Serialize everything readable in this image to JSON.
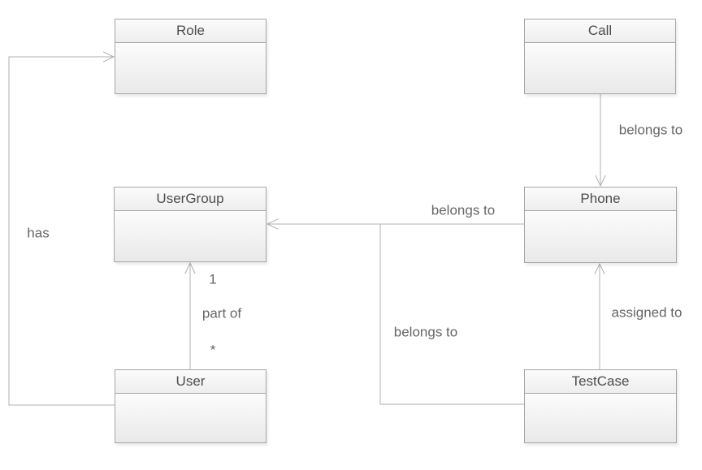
{
  "classes": [
    {
      "name": "Role"
    },
    {
      "name": "Call"
    },
    {
      "name": "UserGroup"
    },
    {
      "name": "Phone"
    },
    {
      "name": "User"
    },
    {
      "name": "TestCase"
    }
  ],
  "relationships": [
    {
      "from": "User",
      "to": "Role",
      "label": "has"
    },
    {
      "from": "Call",
      "to": "Phone",
      "label": "belongs to"
    },
    {
      "from": "Phone",
      "to": "UserGroup",
      "label": "belongs to"
    },
    {
      "from": "TestCase",
      "to": "UserGroup",
      "label": "belongs to"
    },
    {
      "from": "User",
      "to": "UserGroup",
      "label": "part of",
      "target_multiplicity": "1",
      "source_multiplicity": "*"
    },
    {
      "from": "TestCase",
      "to": "Phone",
      "label": "assigned to"
    }
  ],
  "colors": {
    "canvas_background": "#ffffff",
    "box_border": "#a6a6a6",
    "box_fill_top": "#fcfcfc",
    "box_fill_bottom": "#e9e9e9",
    "connector_line": "#b0b0b0",
    "title_text": "#4d4d4d",
    "label_text": "#666666"
  }
}
